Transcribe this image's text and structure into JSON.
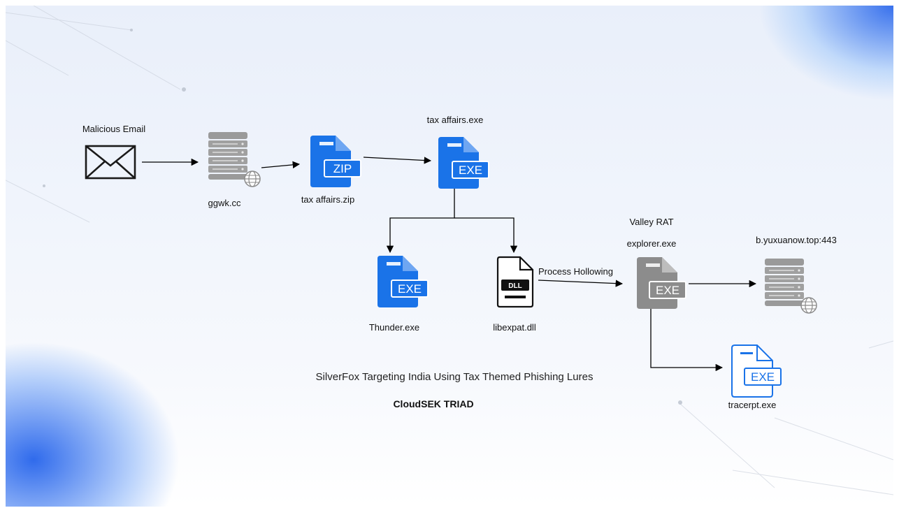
{
  "nodes": {
    "email": {
      "label": "Malicious Email",
      "icon": "envelope-icon"
    },
    "ggwk": {
      "label": "ggwk.cc",
      "icon": "web-server-icon"
    },
    "zip": {
      "label": "tax affairs.zip",
      "badge": "ZIP",
      "icon": "zip-file-icon"
    },
    "taxexe": {
      "label": "tax affairs.exe",
      "badge": "EXE",
      "icon": "exe-file-icon"
    },
    "thunder": {
      "label": "Thunder.exe",
      "badge": "EXE",
      "icon": "exe-file-icon"
    },
    "libexpat": {
      "label": "libexpat.dll",
      "badge": "DLL",
      "icon": "dll-file-icon"
    },
    "explorer": {
      "label_top": "Valley RAT",
      "label": "explorer.exe",
      "badge": "EXE",
      "icon": "exe-file-icon"
    },
    "c2": {
      "label": "b.yuxuanow.top:443",
      "icon": "web-server-icon"
    },
    "tracerpt": {
      "label": "tracerpt.exe",
      "badge": "EXE",
      "icon": "exe-outline-file-icon"
    }
  },
  "edges": {
    "hollowing_label": "Process Hollowing"
  },
  "footer": {
    "title": "SilverFox Targeting India Using Tax Themed Phishing Lures",
    "subtitle": "CloudSEK TRIAD"
  },
  "colors": {
    "accent_blue": "#1a73e8",
    "server_gray": "#8a8a8a",
    "explorer_gray": "#8c8c8c"
  }
}
